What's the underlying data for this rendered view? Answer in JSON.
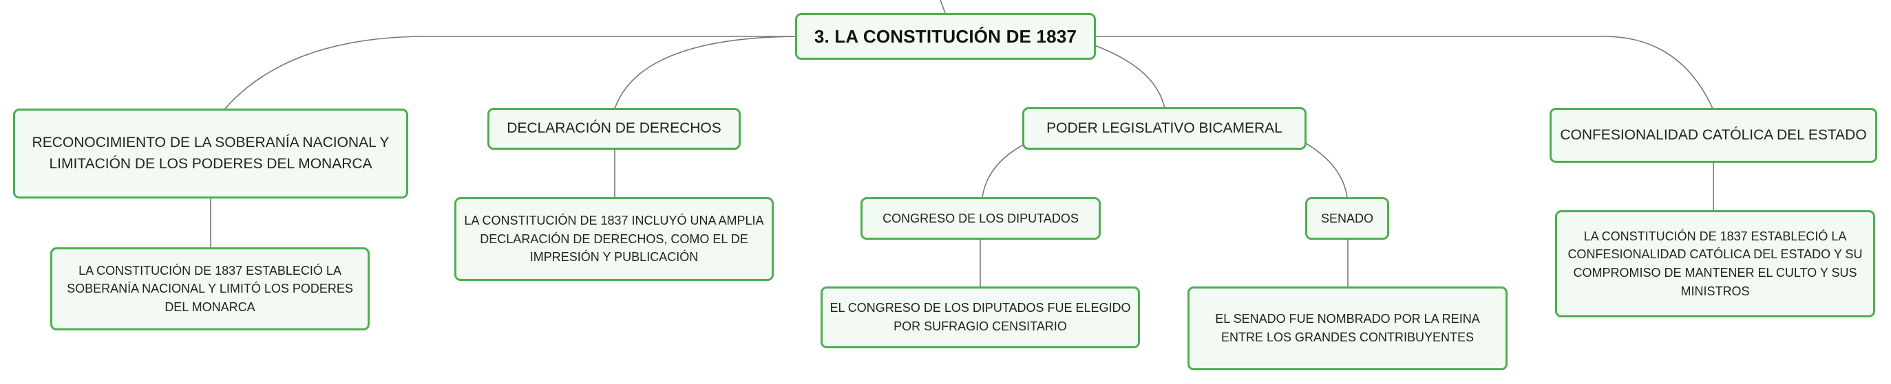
{
  "colors": {
    "node_border": "#4caf50",
    "node_fill": "#f2faf3",
    "connector": "#777777",
    "text": "#222222"
  },
  "root": {
    "title": "3. LA CONSTITUCIÓN DE 1837"
  },
  "branches": {
    "soberania": {
      "label": "RECONOCIMIENTO DE LA SOBERANÍA NACIONAL Y LIMITACIÓN DE LOS PODERES DEL MONARCA",
      "detail": "LA CONSTITUCIÓN DE 1837 ESTABLECIÓ LA SOBERANÍA NACIONAL Y LIMITÓ LOS PODERES DEL MONARCA"
    },
    "derechos": {
      "label": "DECLARACIÓN DE DERECHOS",
      "detail": "LA CONSTITUCIÓN DE 1837 INCLUYÓ UNA AMPLIA DECLARACIÓN DE DERECHOS, COMO EL DE IMPRESIÓN Y PUBLICACIÓN"
    },
    "legislativo": {
      "label": "PODER LEGISLATIVO BICAMERAL",
      "congreso": {
        "label": "CONGRESO DE LOS DIPUTADOS",
        "detail": "EL CONGRESO DE LOS DIPUTADOS FUE ELEGIDO POR SUFRAGIO CENSITARIO"
      },
      "senado": {
        "label": "SENADO",
        "detail": "EL SENADO FUE NOMBRADO POR LA REINA ENTRE LOS GRANDES CONTRIBUYENTES"
      }
    },
    "confesionalidad": {
      "label": "CONFESIONALIDAD CATÓLICA DEL ESTADO",
      "detail": "LA CONSTITUCIÓN DE 1837 ESTABLECIÓ LA CONFESIONALIDAD CATÓLICA DEL ESTADO Y SU COMPROMISO DE MANTENER EL CULTO Y SUS MINISTROS"
    }
  }
}
